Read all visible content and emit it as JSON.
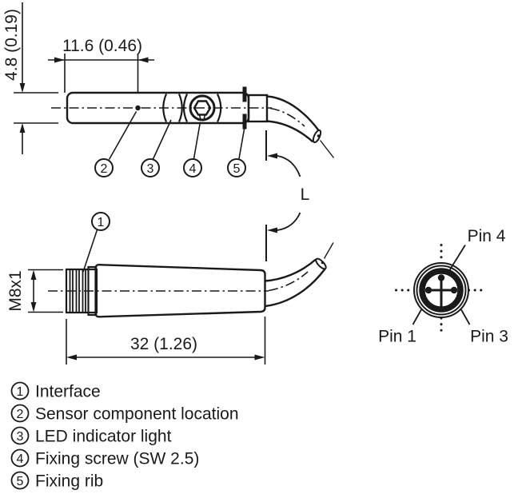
{
  "colors": {
    "line": "#1a1a1a",
    "background": "#ffffff"
  },
  "top_view": {
    "width_dim": "11.6 (0.46)",
    "height_dim": "4.8 (0.19)"
  },
  "bottom_view": {
    "length_dim": "32 (1.26)",
    "thread_dim": "M8x1"
  },
  "cable": {
    "length_label": "L"
  },
  "pinout": {
    "pin_top_label": "Pin 4",
    "pin_bottom_left_label": "Pin 1",
    "pin_bottom_right_label": "Pin 3"
  },
  "legend": {
    "items": [
      {
        "num": "1",
        "label": "Interface"
      },
      {
        "num": "2",
        "label": "Sensor component location"
      },
      {
        "num": "3",
        "label": "LED indicator light"
      },
      {
        "num": "4",
        "label": "Fixing screw (SW 2.5)"
      },
      {
        "num": "5",
        "label": "Fixing rib"
      }
    ]
  }
}
